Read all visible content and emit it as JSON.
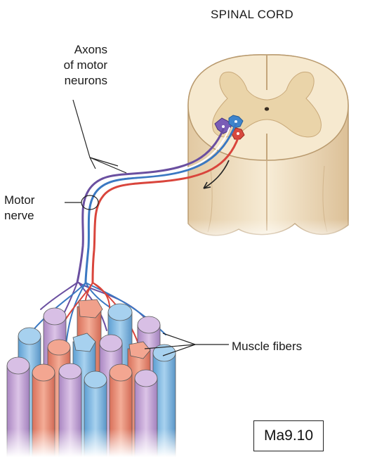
{
  "labels": {
    "spinal_cord": "SPINAL CORD",
    "axons": "Axons\nof motor\nneurons",
    "motor_nerve": "Motor\nnerve",
    "muscle_fibers": "Muscle fibers",
    "figure_code": "Ma9.10"
  },
  "colors": {
    "background": "#ffffff",
    "cord_white_matter": "#f4e5c8",
    "cord_gray_matter": "#e9d2a6",
    "axon_blue": "#3a78c2",
    "axon_red": "#d9453c",
    "axon_purple": "#6a4fa0",
    "fiber_blue": "#8cc1e6",
    "fiber_salmon": "#eb8e78",
    "fiber_lilac": "#c7a6d6",
    "leader_line": "#222222"
  }
}
